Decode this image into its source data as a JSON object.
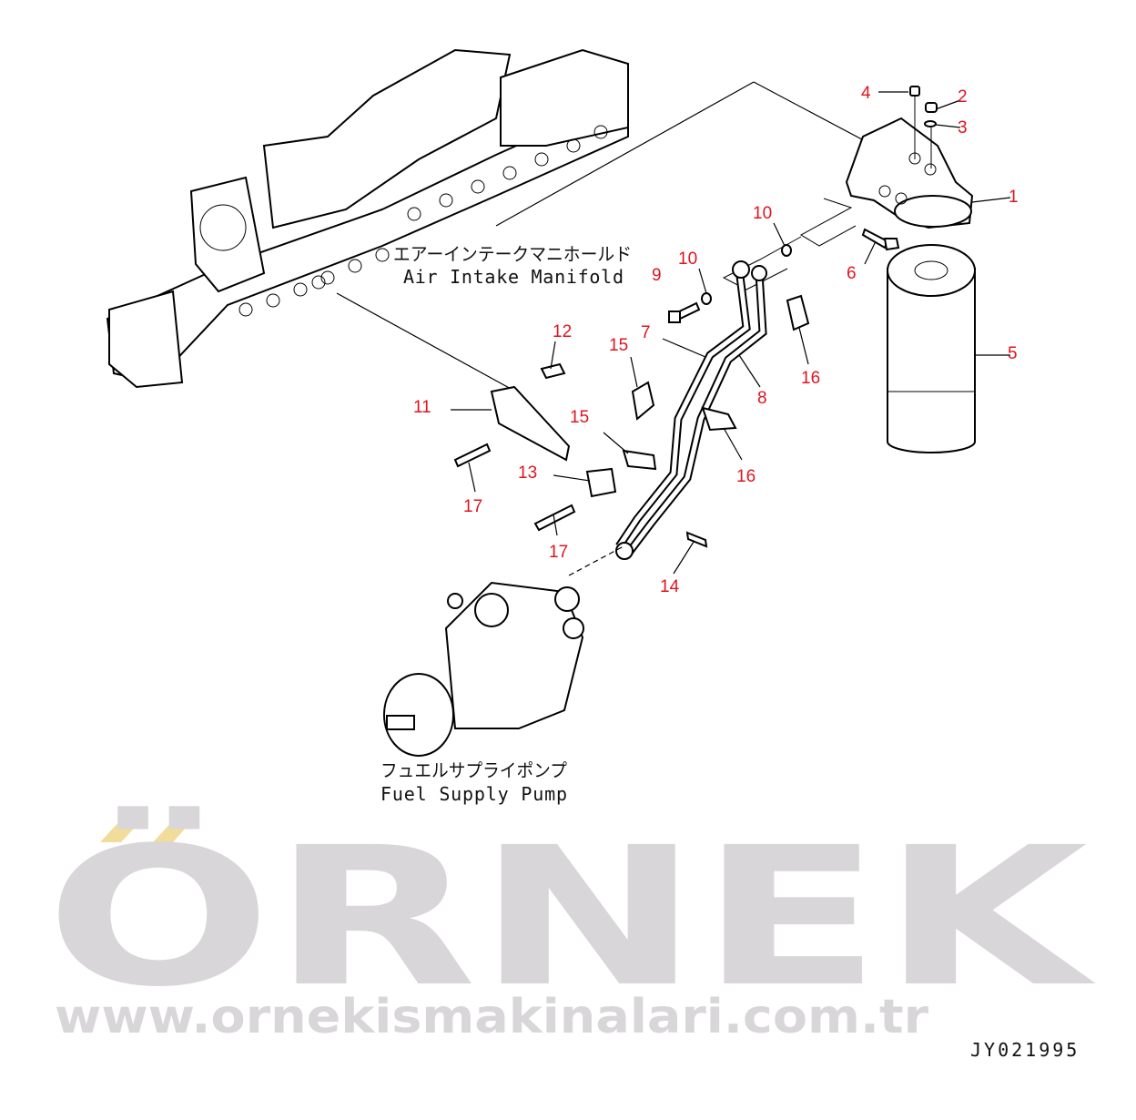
{
  "watermark": {
    "brand": "ÖRNEK",
    "url": "www.ornekismakinalari.com.tr"
  },
  "captions": {
    "manifold_jp": "エアーインテークマニホールド",
    "manifold_en": "Air Intake Manifold",
    "pump_jp": "フュエルサプライポンプ",
    "pump_en": "Fuel Supply Pump"
  },
  "drawing_code": "JY021995",
  "callouts": [
    "1",
    "2",
    "3",
    "4",
    "5",
    "6",
    "7",
    "8",
    "9",
    "10",
    "10",
    "11",
    "12",
    "13",
    "14",
    "15",
    "15",
    "16",
    "16",
    "17",
    "17"
  ],
  "colors": {
    "callout": "#e0141e",
    "watermark": "#d9d6d9",
    "watermark_accent": "#f2dc9a"
  }
}
